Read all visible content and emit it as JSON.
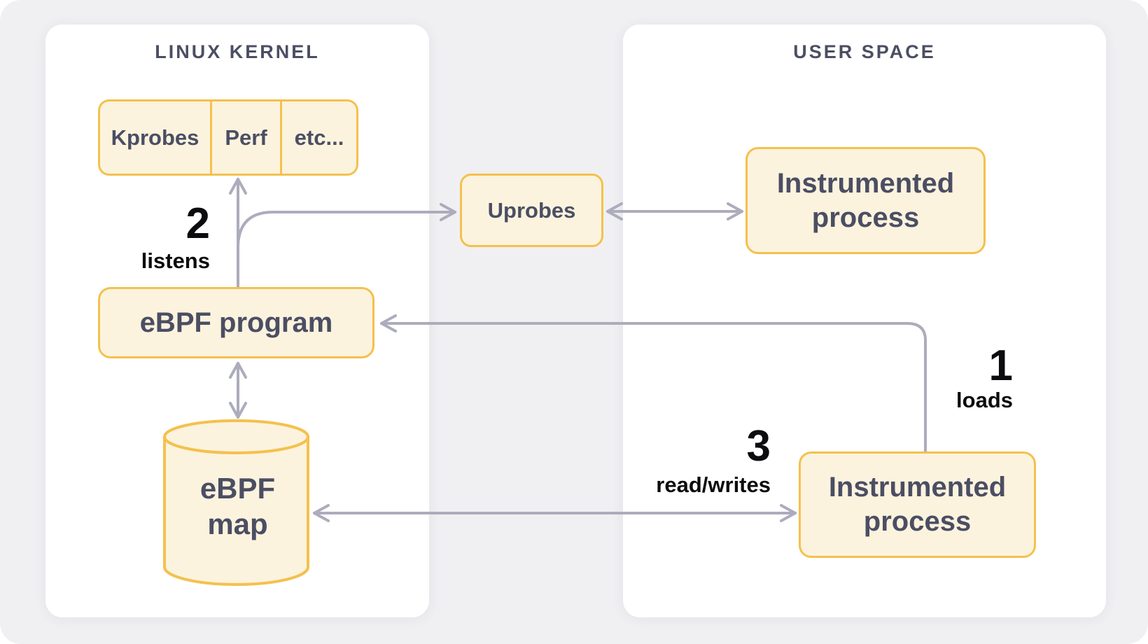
{
  "colors": {
    "background": "#F0F0F3",
    "panel": "#FFFFFF",
    "node_fill": "#FCF3DE",
    "node_border": "#F4C14E",
    "node_text": "#4B4E63",
    "arrow": "#ACACBD",
    "step_text": "#0C0C0E"
  },
  "kernel_panel": {
    "title": "LINUX KERNEL",
    "probe_cells": [
      "Kprobes",
      "Perf",
      "etc..."
    ],
    "ebpf_program": "eBPF program",
    "ebpf_map": "eBPF map"
  },
  "user_panel": {
    "title": "USER SPACE",
    "instrumented_process_top": "Instrumented process",
    "instrumented_process_bottom": "Instrumented process"
  },
  "bridge": {
    "uprobes": "Uprobes"
  },
  "steps": {
    "step1": {
      "number": "1",
      "label": "loads"
    },
    "step2": {
      "number": "2",
      "label": "listens"
    },
    "step3": {
      "number": "3",
      "label": "read/writes"
    }
  }
}
